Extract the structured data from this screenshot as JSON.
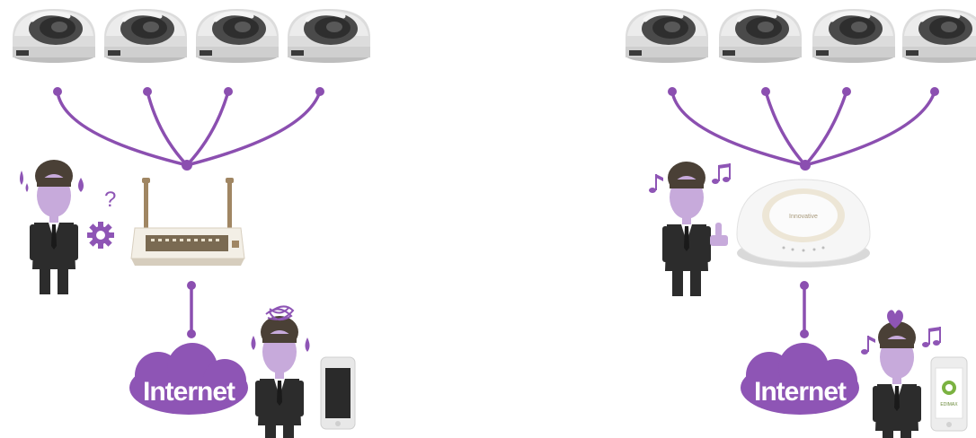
{
  "colors": {
    "accent": "#8e55b5",
    "line": "#8b4fb0",
    "face": "#c7aadb",
    "hair": "#4a4036",
    "suit": "#2c2c2c",
    "camera_body": "#dedede",
    "camera_lens": "#3c3c3c",
    "router_body": "#f3efe6",
    "router_trim": "#a08663"
  },
  "left_scene": {
    "internet_label": "Internet",
    "symbols": [
      "question-mark",
      "gear",
      "sweat-drops",
      "tangled-scribble"
    ],
    "phone_state": "blank-screen"
  },
  "right_scene": {
    "internet_label": "Internet",
    "router_brand": "Innovative",
    "symbols": [
      "music-notes",
      "thumbs-up",
      "heart"
    ],
    "phone_state": "app-screen",
    "phone_app_label": "EDIMAX"
  }
}
